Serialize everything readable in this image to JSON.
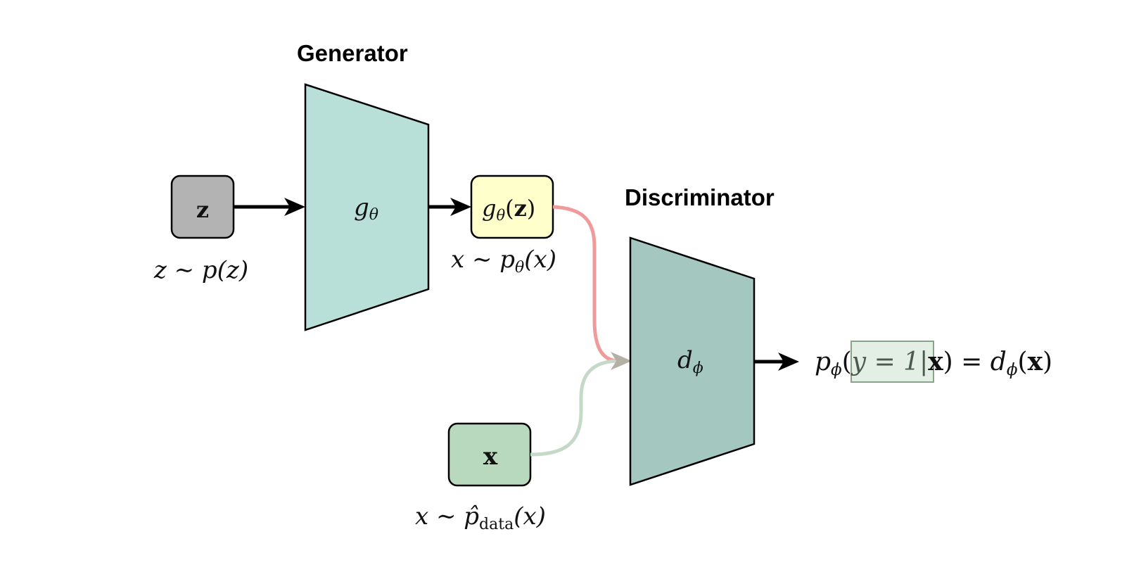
{
  "labels": {
    "generator": "Generator",
    "discriminator": "Discriminator"
  },
  "nodes": {
    "z": {
      "text": "z",
      "caption": "z ∼ p(z)",
      "fill": "#b3b3b3"
    },
    "generator": {
      "g": "g",
      "sub": "θ",
      "fill": "#b8e0d9"
    },
    "generated": {
      "g": "g",
      "sub": "θ",
      "arg": "z",
      "caption_a": "x ∼ p",
      "caption_sub": "θ",
      "caption_b": "(x)",
      "fill": "#ffffcc"
    },
    "x": {
      "text": "x",
      "caption_a": "x ∼ ",
      "caption_p": "p̂",
      "caption_sub": "data",
      "caption_b": "(x)",
      "fill": "#b8d9bd"
    },
    "discriminator": {
      "d": "d",
      "sub": "ϕ",
      "fill": "#a4c7c0"
    }
  },
  "output": {
    "p": "p",
    "p_sub": "ϕ",
    "open": "(",
    "highlight": "y = 1|",
    "bold_x": "x",
    "mid": ") = ",
    "d": "d",
    "d_sub": "ϕ",
    "tail_open": "(",
    "tail_x": "x",
    "tail_close": ")",
    "highlight_fill": "#e3efe4"
  },
  "edge_colors": {
    "main": "#000000",
    "fake": "#f09a9a",
    "real": "#c5d9c8",
    "merge_head": "#b5b0a5"
  }
}
